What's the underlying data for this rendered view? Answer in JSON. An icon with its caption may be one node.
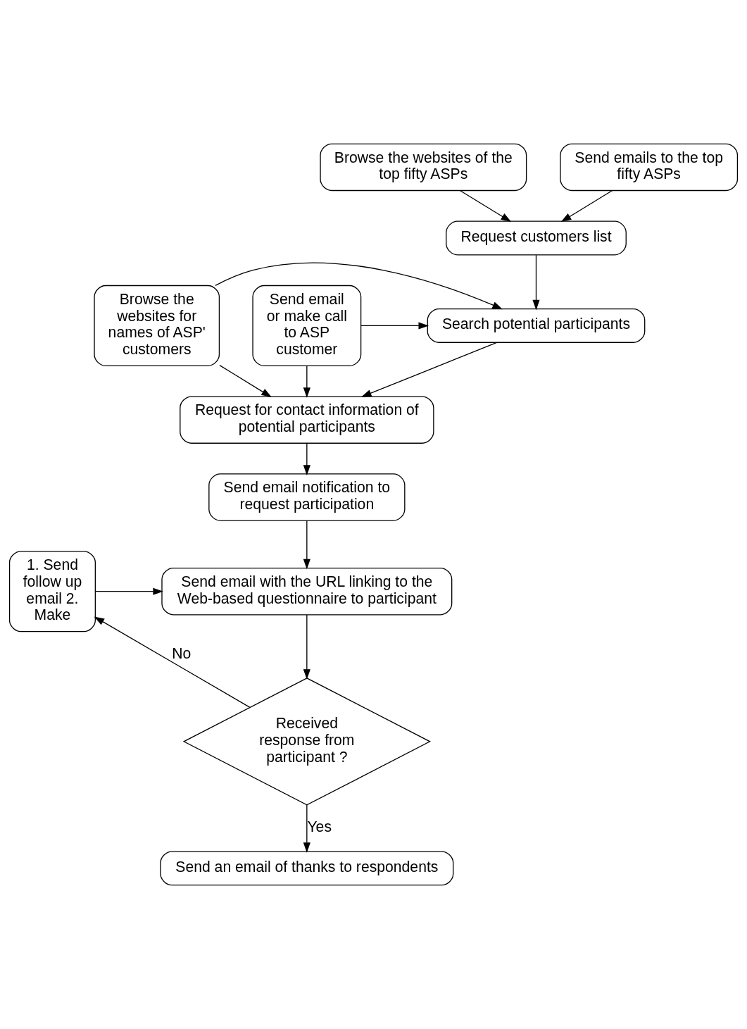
{
  "diagram": {
    "nodes": [
      {
        "text": [
          "Browse the websites of the top fifty ASPs"
        ]
      },
      {
        "text": [
          "Send emails to the top fifty ASPs"
        ]
      },
      {
        "text": [
          "Request customers list"
        ]
      },
      {
        "text": [
          "Browse the websites for names of ASP' customers"
        ]
      },
      {
        "text": [
          "Search potential participants"
        ]
      },
      {
        "text": [
          "Send email or make call to ASP customer"
        ]
      },
      {
        "text": [
          "Request for contact information of potential participants"
        ]
      },
      {
        "text": [
          "Send email notification to request participation"
        ]
      },
      {
        "text": [
          "1. Send follow up email 2. Make"
        ]
      },
      {
        "text": [
          "Send email with the URL linking to the Web-based questionnaire to participant"
        ]
      },
      {
        "text": [
          "Received response from participant ?"
        ]
      },
      {
        "text": [
          "Send an email of thanks to respondents"
        ]
      }
    ],
    "edges": [
      {
        "from": 0,
        "to": 2,
        "arrow": "to"
      },
      {
        "from": 1,
        "to": 2,
        "arrow": "to"
      },
      {
        "from": 2,
        "to": 4,
        "arrow": "to"
      },
      {
        "from": 3,
        "to": 4,
        "arrow": "to"
      },
      {
        "from": 5,
        "to": 4,
        "arrow": "to"
      },
      {
        "from": 3,
        "to": 6,
        "arrow": "to"
      },
      {
        "from": 4,
        "to": 6,
        "arrow": "to"
      },
      {
        "from": 5,
        "to": 6,
        "arrow": "to"
      },
      {
        "from": 6,
        "to": 7,
        "arrow": "to"
      },
      {
        "from": 7,
        "to": 9,
        "arrow": "to"
      },
      {
        "from": 8,
        "to": 9,
        "arrow": "to"
      },
      {
        "from": 9,
        "to": 10,
        "arrow": "to"
      },
      {
        "from": 10,
        "to": 8,
        "label": "No",
        "arrow": "to"
      },
      {
        "from": 10,
        "to": 11,
        "label": "Yes",
        "arrow": "to"
      }
    ]
  }
}
